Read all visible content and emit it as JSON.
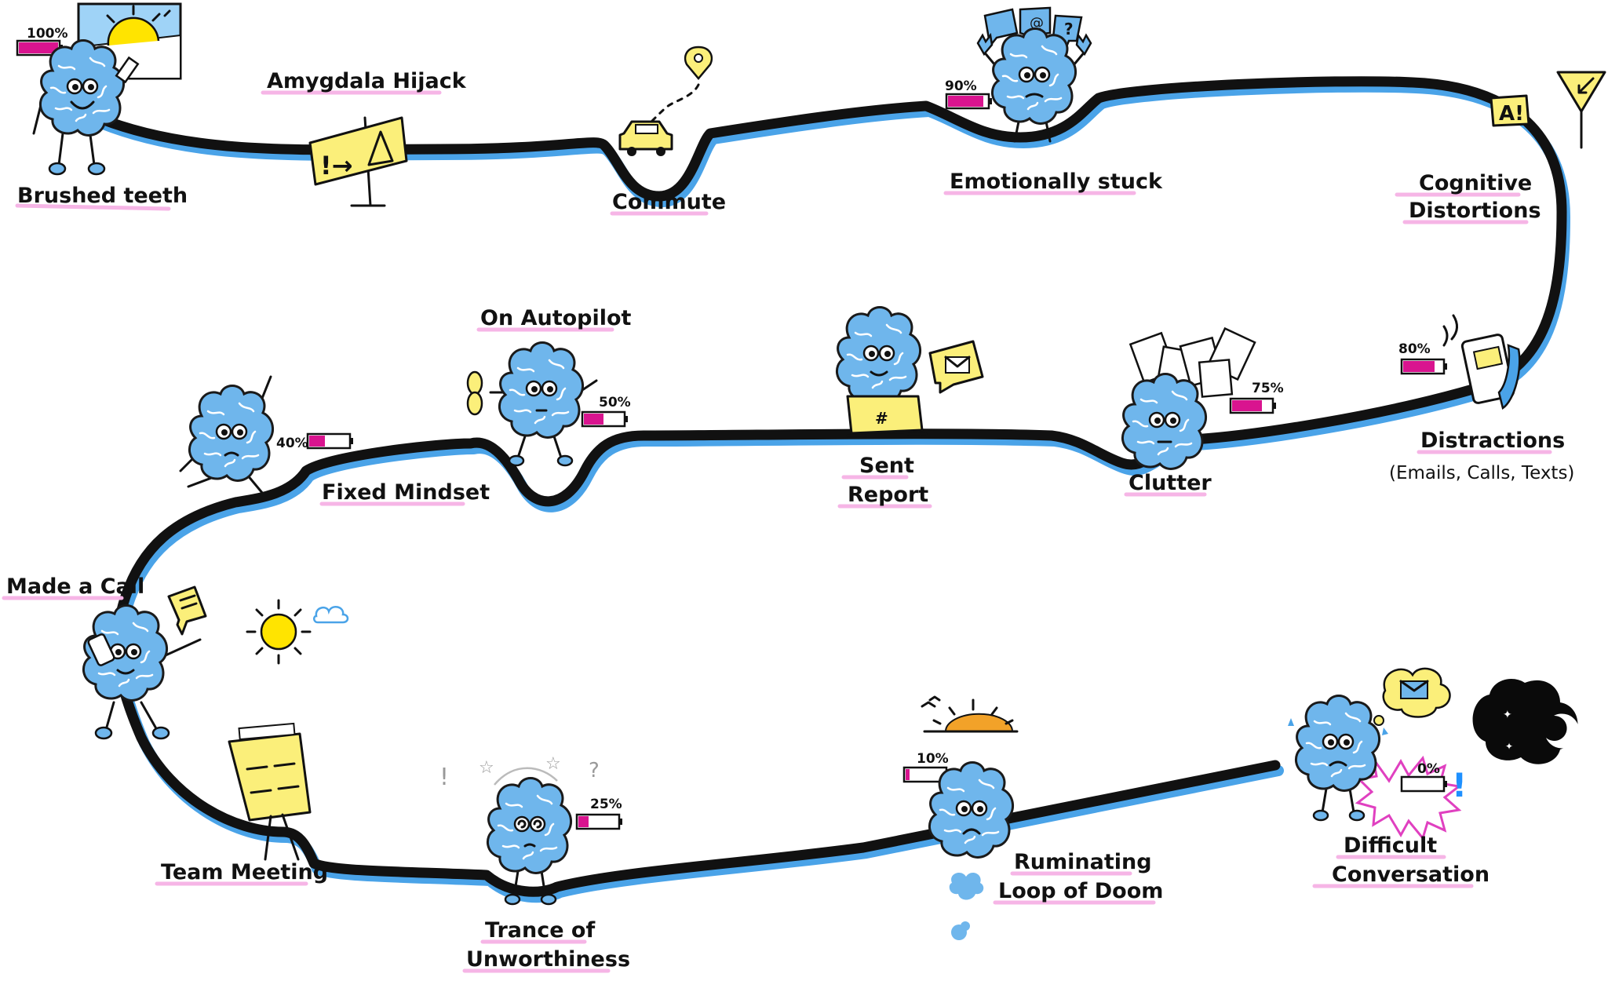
{
  "labels": {
    "brushed_teeth": "Brushed teeth",
    "amygdala_hijack": "Amygdala Hijack",
    "commute": "Commute",
    "emotionally_stuck": "Emotionally stuck",
    "cognitive_distortions_line1": "Cognitive",
    "cognitive_distortions_line2": "Distortions",
    "distractions": "Distractions",
    "distractions_sub": "(Emails, Calls, Texts)",
    "clutter": "Clutter",
    "sent_report_line1": "Sent",
    "sent_report_line2": "Report",
    "on_autopilot": "On Autopilot",
    "fixed_mindset": "Fixed Mindset",
    "made_a_call": "Made a Call",
    "team_meeting": "Team Meeting",
    "trance_line1": "Trance of",
    "trance_line2": "Unworthiness",
    "ruminating_line1": "Ruminating",
    "ruminating_line2": "Loop of Doom",
    "difficult_line1": "Difficult",
    "difficult_line2": "Conversation"
  },
  "battery": {
    "b100": {
      "text": "100%",
      "level": 1.0
    },
    "b90": {
      "text": "90%",
      "level": 0.9
    },
    "b80": {
      "text": "80%",
      "level": 0.8
    },
    "b75": {
      "text": "75%",
      "level": 0.75
    },
    "b50": {
      "text": "50%",
      "level": 0.5
    },
    "b40": {
      "text": "40%",
      "level": 0.4
    },
    "b25": {
      "text": "25%",
      "level": 0.25
    },
    "b10": {
      "text": "10%",
      "level": 0.1
    },
    "b0": {
      "text": "0%",
      "level": 0.0
    }
  },
  "colors": {
    "road": "#111111",
    "road_shadow": "#4aa3e8",
    "brain": "#6fb6ec",
    "battery_fill": "#d9148f",
    "highlight": "#f6b5e6",
    "sign": "#fbef7a",
    "sun": "#ffe400",
    "sunset": "#f2a229",
    "night": "#0a0a0a",
    "alert_blue": "#1e90ff"
  },
  "icons": {
    "sunrise": "sunrise-icon",
    "toothbrush": "toothbrush-icon",
    "warning_sign": "warning-sign-icon",
    "car": "car-icon",
    "location_pin": "location-pin-icon",
    "speech_bubbles": "speech-bubbles-icon",
    "yield_sign": "yield-sign-icon",
    "phone": "phone-icon",
    "documents": "documents-icon",
    "laptop": "laptop-icon",
    "envelope": "envelope-icon",
    "windup_key": "windup-key-icon",
    "sun": "sun-icon",
    "cloud": "cloud-icon",
    "flipchart": "flipchart-icon",
    "sunset": "sunset-icon",
    "night_cloud": "night-moon-icon"
  }
}
